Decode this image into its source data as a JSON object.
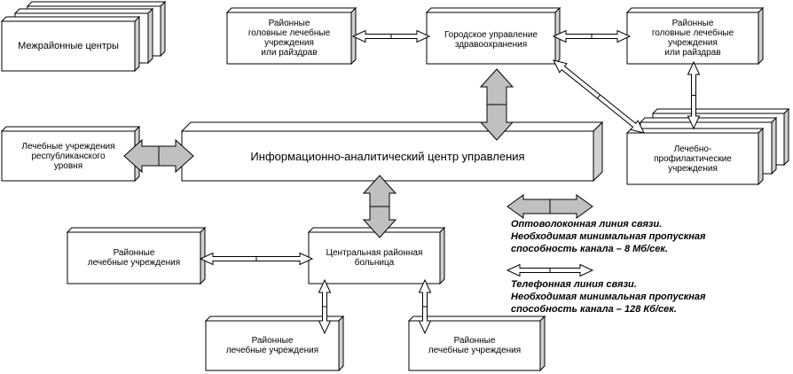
{
  "nodes": {
    "interdistrict": "Межрайонные центры",
    "district_heads_left": "Районные\nголовные лечебные\nучреждения\nили райздрав",
    "city_health": "Городское управление\nздравоохранения",
    "district_heads_right": "Районные\nголовные лечебные\nучреждения\nили райздрав",
    "republican": "Лечебные учреждения\nреспубликанского\nуровня",
    "info_center": "Информационно-аналитический центр управления",
    "preventive": "Лечебно-\nпрофилактические\nучреждения",
    "district_left": "Районные\nлечебные учреждения",
    "central_hospital": "Центральная районная\nбольница",
    "district_bottom_left": "Районные\nлечебные учреждения",
    "district_bottom_right": "Районные\nлечебные учреждения"
  },
  "legend": {
    "fiber": "Оптоволоконная линия связи.\nНеобходимая минимальная пропускная\nспособность канала – 8 Мб/сек.",
    "phone": "Телефонная линия связи.\nНеобходимая минимальная пропускная\nспособность канала – 128 Кб/сек."
  },
  "colors": {
    "box_fill": "#ffffff",
    "box_side": "#d0d0d0",
    "box_stroke": "#000000",
    "fiber_arrow": "#c0c0c0",
    "phone_arrow": "#ffffff"
  }
}
